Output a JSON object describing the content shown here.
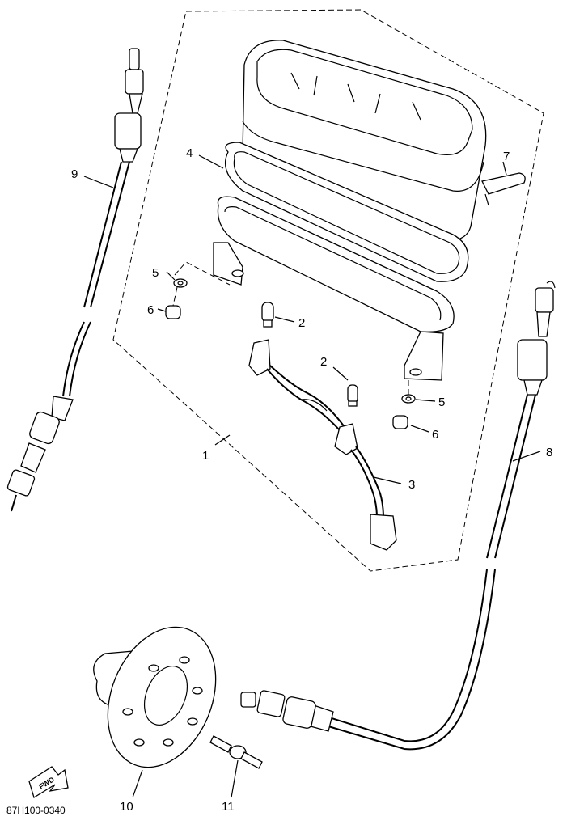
{
  "diagram": {
    "callouts": {
      "c1": "1",
      "c2a": "2",
      "c2b": "2",
      "c3": "3",
      "c4": "4",
      "c5a": "5",
      "c5b": "5",
      "c6a": "6",
      "c6b": "6",
      "c7": "7",
      "c8": "8",
      "c9": "9",
      "c10": "10",
      "c11": "11"
    },
    "part_code": "87H100-0340",
    "direction_badge": "FWD",
    "icons": [
      "fwd-arrow-icon"
    ]
  }
}
